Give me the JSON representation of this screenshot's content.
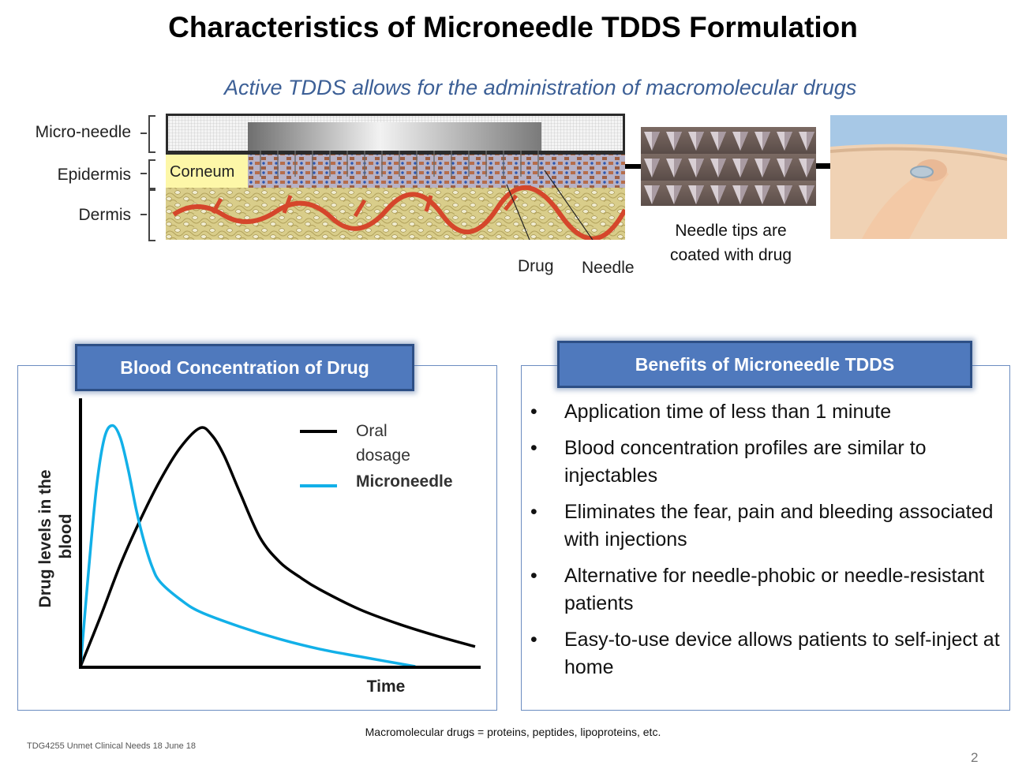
{
  "slide": {
    "title": "Characteristics of Microneedle TDDS Formulation",
    "subtitle": "Active TDDS allows for the administration of macromolecular drugs",
    "footnote": "Macromolecular drugs = proteins, peptides, lipoproteins, etc.",
    "footer_left": "TDG4255 Unmet Clinical Needs 18 June 18",
    "page_number": "2"
  },
  "diagram": {
    "layer_labels": [
      "Micro-needle",
      "Epidermis",
      "Dermis"
    ],
    "corneum_label": "Corneum",
    "drug_label": "Drug",
    "needle_label": "Needle",
    "tips_caption_line1": "Needle tips are",
    "tips_caption_line2": "coated with drug"
  },
  "chart_panel": {
    "header": "Blood Concentration of Drug"
  },
  "benefits_panel": {
    "header": "Benefits of Microneedle TDDS",
    "bullet_glyph": "•",
    "items": [
      "Application time of less than 1 minute",
      "Blood concentration profiles are similar to injectables",
      "Eliminates the fear, pain and bleeding associated with injections",
      "Alternative for needle-phobic or needle-resistant patients",
      "Easy-to-use device allows patients to self-inject at home"
    ]
  },
  "colors": {
    "accent": "#4f79bd",
    "oral": "#000000",
    "microneedle": "#12b0e8",
    "subtitle": "#3c5f96"
  },
  "chart_data": {
    "type": "line",
    "title": "Blood Concentration of Drug",
    "xlabel": "Time",
    "ylabel": "Drug levels in the blood",
    "xlim": [
      0,
      100
    ],
    "ylim": [
      0,
      100
    ],
    "x_ticks_shown": false,
    "y_ticks_shown": false,
    "grid": false,
    "legend_position": "top-right",
    "series": [
      {
        "name": "Oral dosage",
        "color": "#000000",
        "x": [
          0,
          5,
          10,
          15,
          20,
          25,
          30,
          33,
          36,
          40,
          45,
          50,
          55,
          60,
          70,
          80,
          90,
          99
        ],
        "y": [
          0,
          20,
          41,
          59,
          75,
          88,
          96,
          93,
          85,
          70,
          52,
          42,
          36,
          31,
          23,
          17,
          12,
          8
        ]
      },
      {
        "name": "Microneedle",
        "color": "#12b0e8",
        "x": [
          0,
          2,
          4,
          6,
          8,
          10,
          12,
          14,
          16,
          18,
          20,
          25,
          30,
          40,
          50,
          60,
          70,
          84
        ],
        "y": [
          0,
          38,
          72,
          92,
          97,
          92,
          79,
          63,
          50,
          40,
          34,
          27,
          22,
          16,
          11,
          7,
          4,
          0
        ]
      }
    ],
    "legend": [
      "Oral dosage",
      "Microneedle"
    ]
  }
}
